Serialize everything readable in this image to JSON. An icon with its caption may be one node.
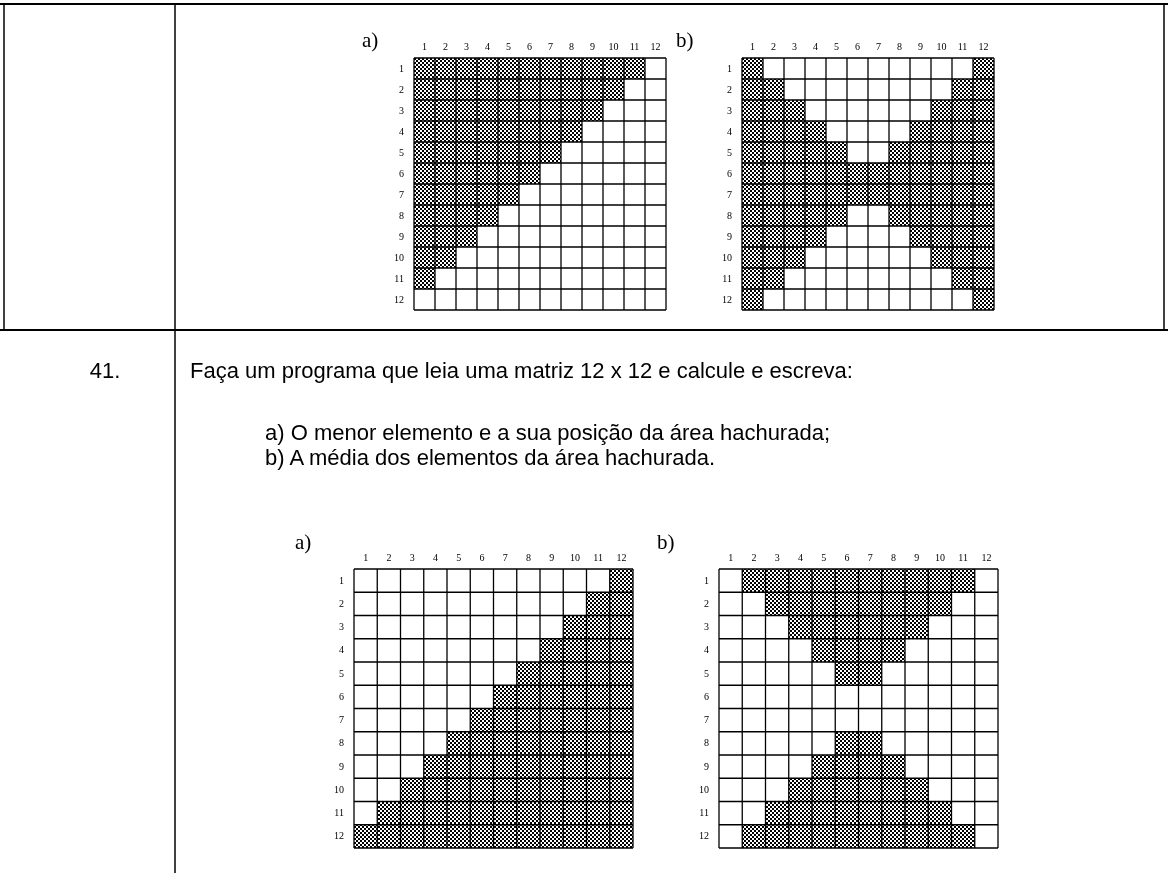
{
  "diagram": {
    "labels": [
      "a)",
      "1",
      "2",
      "3",
      "4",
      "5",
      "6",
      "7",
      "8",
      "9",
      "10",
      "11",
      "12",
      "1",
      "2",
      "3",
      "4",
      "5",
      "6",
      "7",
      "8",
      "9",
      "10",
      "11",
      "12",
      "b)",
      "1",
      "2",
      "3",
      "4",
      "5",
      "6",
      "7",
      "8",
      "9",
      "10",
      "11",
      "12",
      "1",
      "2",
      "3",
      "4",
      "5",
      "6",
      "7",
      "8",
      "9",
      "10",
      "11",
      "12",
      "41.",
      "Faça um programa que leia uma matriz 12 x 12 e calcule e escreva:",
      "a) O menor elemento e a sua posição da área hachurada;",
      "b) A média dos elementos da área hachurada.",
      "a)",
      "1",
      "2",
      "3",
      "4",
      "5",
      "6",
      "7",
      "8",
      "9",
      "10",
      "11",
      "12",
      "1",
      "2",
      "3",
      "4",
      "5",
      "6",
      "7",
      "8",
      "9",
      "10",
      "11",
      "12",
      "b)",
      "1",
      "2",
      "3",
      "4",
      "5",
      "6",
      "7",
      "8",
      "9",
      "10",
      "11",
      "12",
      "1",
      "2",
      "3",
      "4",
      "5",
      "6",
      "7",
      "8",
      "9",
      "10",
      "11",
      "12"
    ]
  }
}
